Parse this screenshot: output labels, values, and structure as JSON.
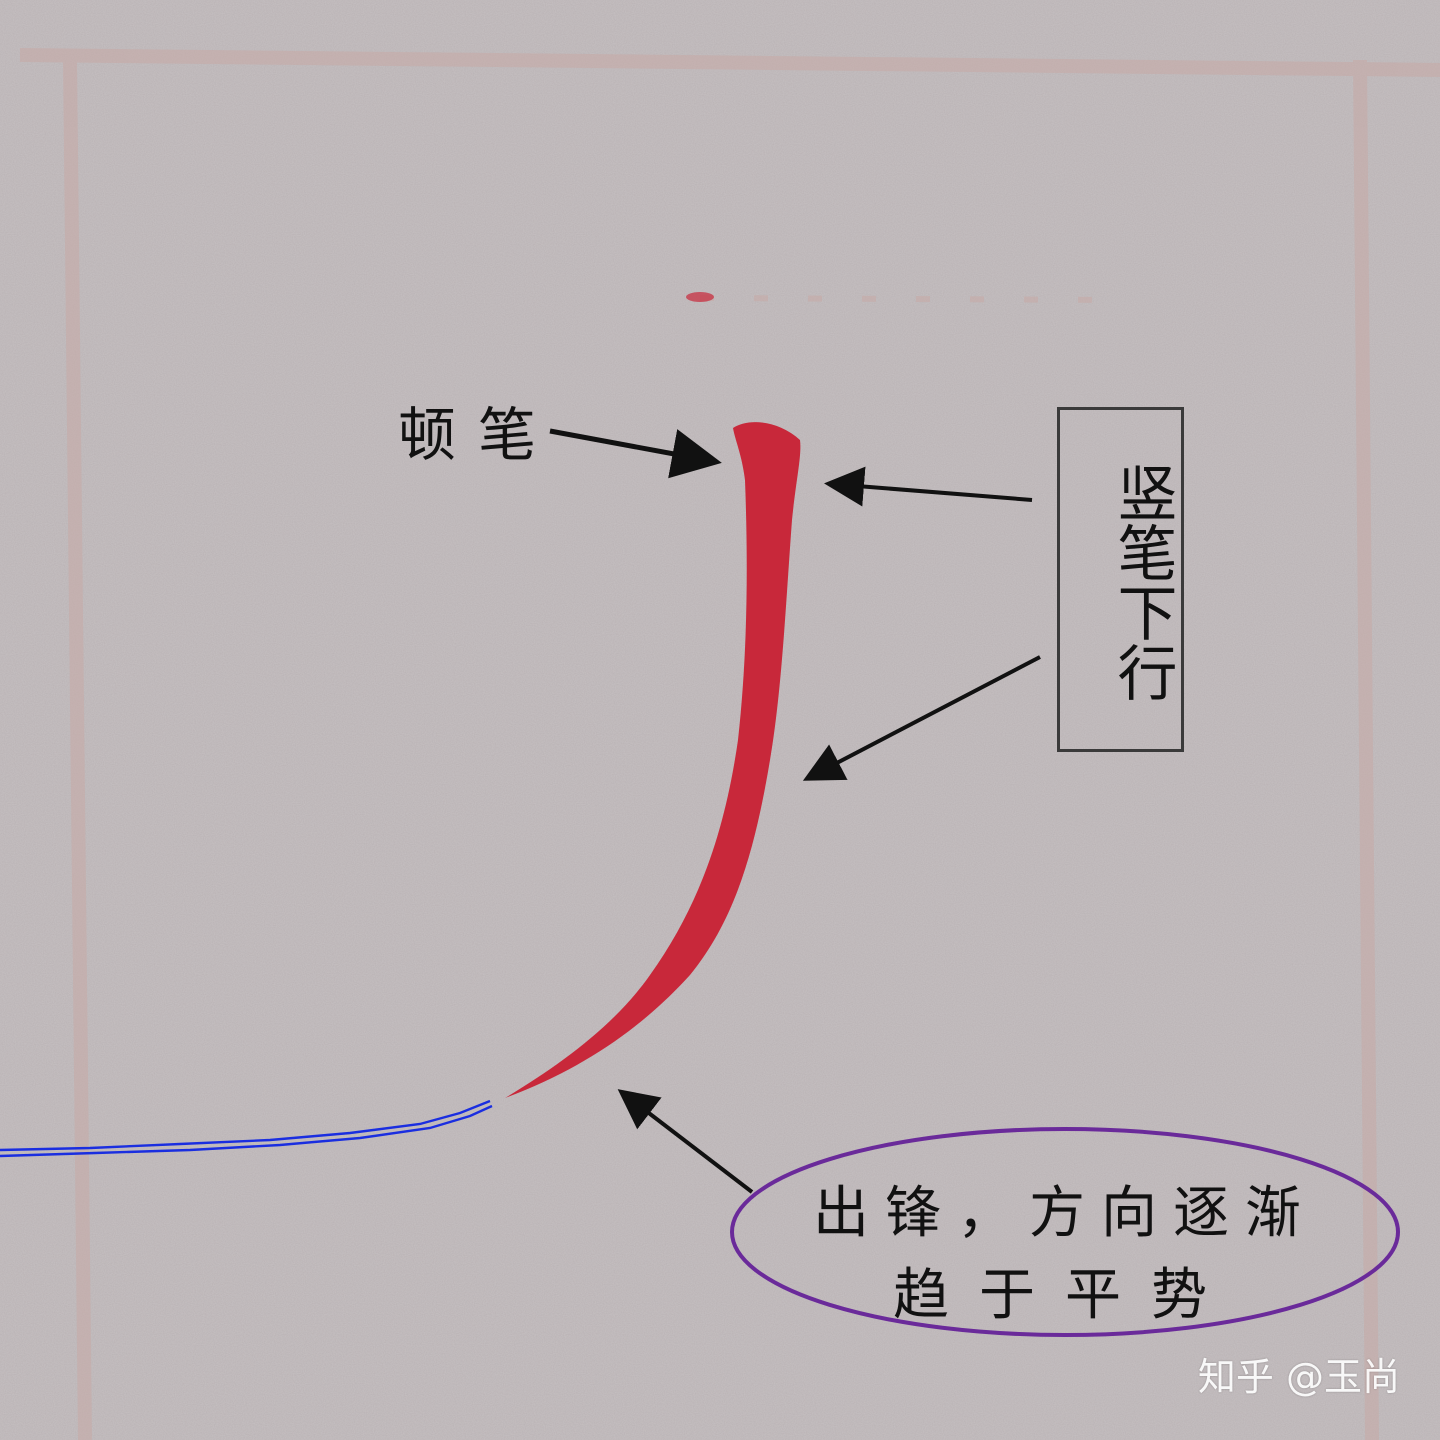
{
  "annotations": {
    "dunbi": "顿笔",
    "shubi": "竖笔下行",
    "chufeng_line1": "出锋，方向逐渐",
    "chufeng_line2": "趋于平势"
  },
  "watermark": "知乎 @玉尚",
  "colors": {
    "paper": "#b9b2b4",
    "grid_line": "#c7a9a6",
    "stroke": "#c8283a",
    "arrow": "#111111",
    "trail": "#1a2ee0",
    "ellipse": "#6a2a9a"
  }
}
